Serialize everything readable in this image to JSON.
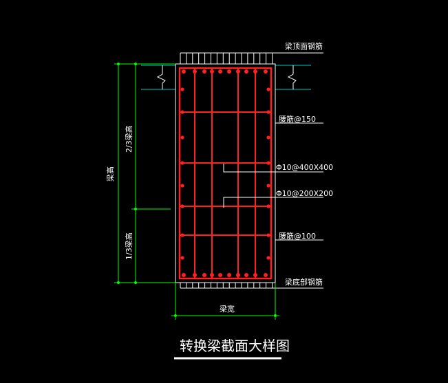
{
  "labels": {
    "top_rebar": "梁顶面钢筋",
    "waist_150": "腰筋@150",
    "stirrup_outer": "Φ10@400X400",
    "stirrup_inner": "Φ10@200X200",
    "waist_100": "腰筋@100",
    "bottom_rebar": "梁底部钢筋",
    "beam_width": "梁宽",
    "beam_height": "梁高",
    "two_thirds_height": "2/3梁高",
    "one_third_height": "1/3梁高"
  },
  "title": "转换梁截面大样图",
  "colors": {
    "rebar": "#ff2020",
    "outline": "#ffffff",
    "dimension": "#00ff00",
    "leader": "#ffffff",
    "slab": "#00c8c8"
  }
}
